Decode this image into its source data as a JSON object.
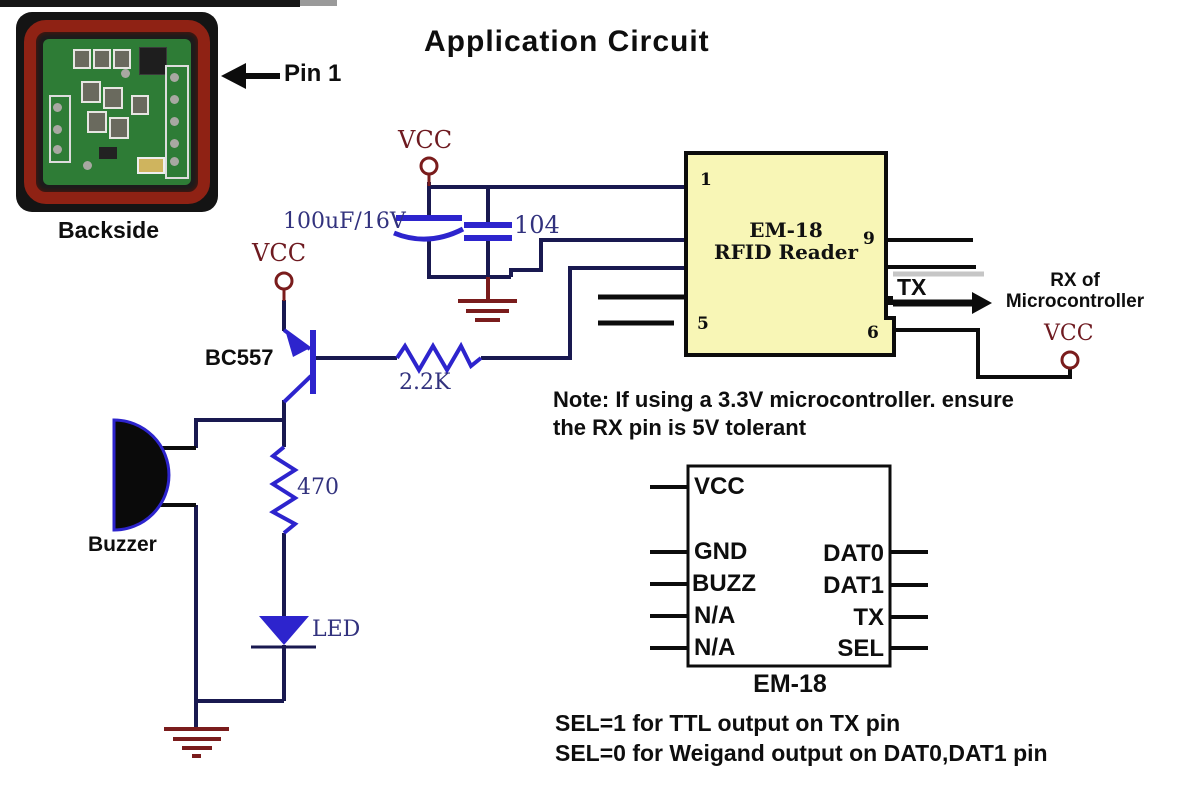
{
  "title": "Application Circuit",
  "photo": {
    "label": "Backside",
    "pin_callout": "Pin 1"
  },
  "power": {
    "vcc": "VCC"
  },
  "capacitors": {
    "electrolytic": "100uF/16V",
    "ceramic": "104"
  },
  "transistor": {
    "label": "BC557"
  },
  "resistors": {
    "base": "2.2K",
    "led": "470"
  },
  "buzzer": {
    "label": "Buzzer"
  },
  "led": {
    "label": "LED"
  },
  "reader": {
    "line1": "EM-18",
    "line2": "RFID Reader",
    "pin1": "1",
    "pin9": "9",
    "pin5": "5",
    "pin6": "6",
    "tx": "TX"
  },
  "mcu": {
    "line1": "RX of",
    "line2": "Microcontroller",
    "vcc": "VCC"
  },
  "note": {
    "line1": "Note: If using a 3.3V microcontroller. ensure",
    "line2": "the RX pin is 5V tolerant"
  },
  "pinout": {
    "left": [
      "VCC",
      "GND",
      "BUZZ",
      "N/A",
      "N/A"
    ],
    "right": [
      "DAT0",
      "DAT1",
      "TX",
      "SEL"
    ],
    "name": "EM-18"
  },
  "sel_notes": {
    "line1": "SEL=1 for TTL output on TX pin",
    "line2": "SEL=0 for Weigand output on DAT0,DAT1 pin"
  },
  "colors": {
    "wire_navy": "#191950",
    "component_blue": "#2d24cd",
    "dark_red": "#7a1c1c",
    "reader_fill": "#f8f6b6",
    "gray_shadow": "#c6c6c6"
  }
}
